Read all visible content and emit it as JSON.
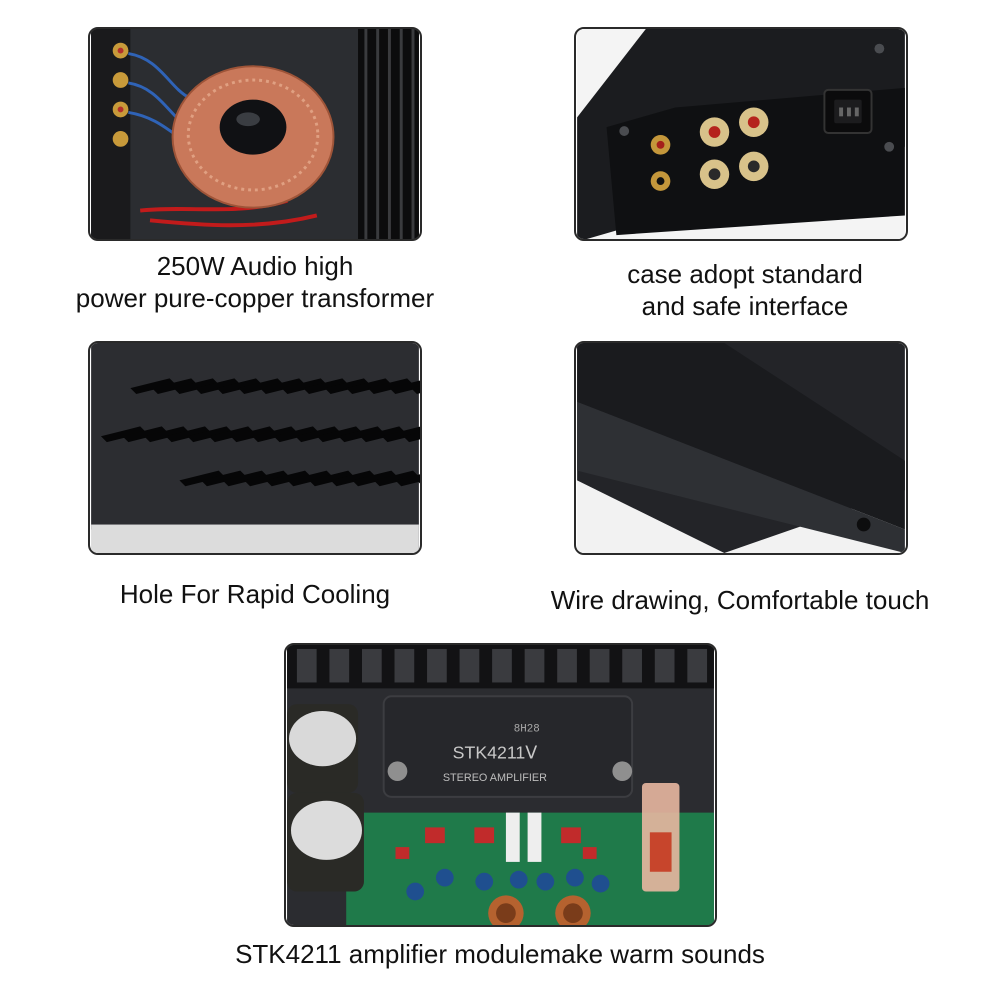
{
  "panels": [
    {
      "id": "transformer",
      "caption_lines": [
        "250W Audio high",
        "power pure-copper transformer"
      ]
    },
    {
      "id": "interface",
      "caption_lines": [
        "case adopt standard",
        "and safe interface"
      ]
    },
    {
      "id": "cooling",
      "caption_lines": [
        "Hole For Rapid Cooling"
      ]
    },
    {
      "id": "finish",
      "caption_lines": [
        "Wire drawing, Comfortable touch"
      ]
    },
    {
      "id": "module",
      "caption_lines": [
        "STK4211 amplifier modulemake warm sounds"
      ]
    }
  ],
  "chip_labels": {
    "part": "STK4211Ⅴ",
    "sub": "STEREO AMPLIFIER",
    "code": "8H28"
  },
  "colors": {
    "case": "#1c1d20",
    "copper": "#c9785a",
    "pcb": "#1f7a4a",
    "frame": "#2a2a2a"
  }
}
